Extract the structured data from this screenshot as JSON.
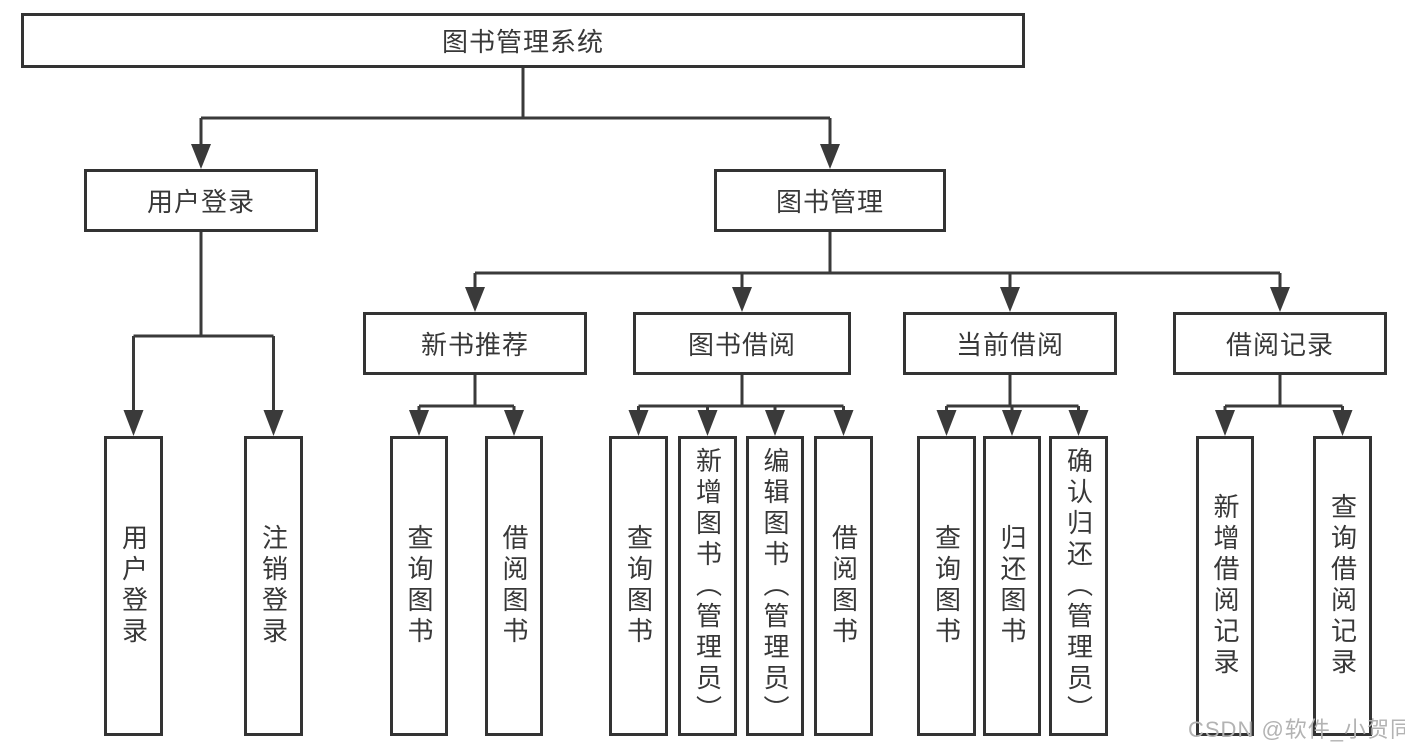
{
  "diagram": {
    "root": {
      "label": "图书管理系统"
    },
    "branches": [
      {
        "label": "用户登录",
        "children": [
          {
            "label": "用户登录"
          },
          {
            "label": "注销登录"
          }
        ]
      },
      {
        "label": "图书管理",
        "children": [
          {
            "label": "新书推荐",
            "children": [
              {
                "label": "查询图书"
              },
              {
                "label": "借阅图书"
              }
            ]
          },
          {
            "label": "图书借阅",
            "children": [
              {
                "label": "查询图书"
              },
              {
                "label": "新增图书（管理员）"
              },
              {
                "label": "编辑图书（管理员）"
              },
              {
                "label": "借阅图书"
              }
            ]
          },
          {
            "label": "当前借阅",
            "children": [
              {
                "label": "查询图书"
              },
              {
                "label": "归还图书"
              },
              {
                "label": "确认归还（管理员）"
              }
            ]
          },
          {
            "label": "借阅记录",
            "children": [
              {
                "label": "新增借阅记录"
              },
              {
                "label": "查询借阅记录"
              }
            ]
          }
        ]
      }
    ]
  },
  "watermark": {
    "text": "CSDN @软件_小贺同学"
  },
  "colors": {
    "line": "#3a3a3a",
    "box_border": "#333333",
    "text": "#383838",
    "watermark": "#b3b3b3",
    "background": "#ffffff"
  }
}
